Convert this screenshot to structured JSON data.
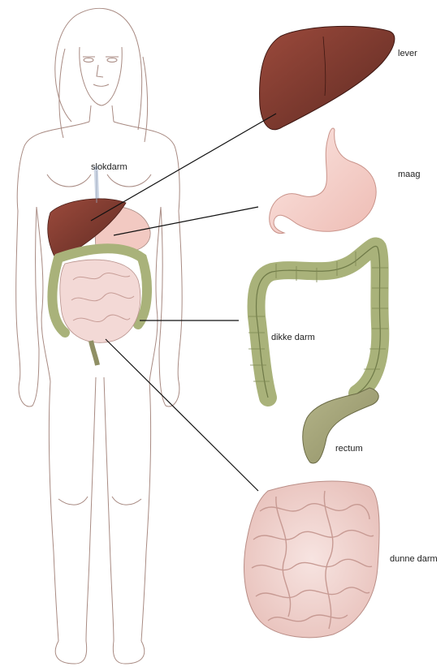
{
  "labels": {
    "slokdarm": "slokdarm",
    "lever": "lever",
    "maag": "maag",
    "dikke_darm": "dikke darm",
    "rectum": "rectum",
    "dunne_darm": "dunne darm"
  },
  "colors": {
    "outline": "#9a7a72",
    "liver": "#7a3a2e",
    "stomach": "#f6d6d0",
    "colon": "#a9b27a",
    "intestine": "#f3d9d6",
    "leader": "#111111"
  },
  "icons": {
    "body": "female-body-outline",
    "liver": "liver-illustration",
    "stomach": "stomach-illustration",
    "colon": "large-intestine-illustration",
    "small_intestine": "small-intestine-illustration"
  }
}
